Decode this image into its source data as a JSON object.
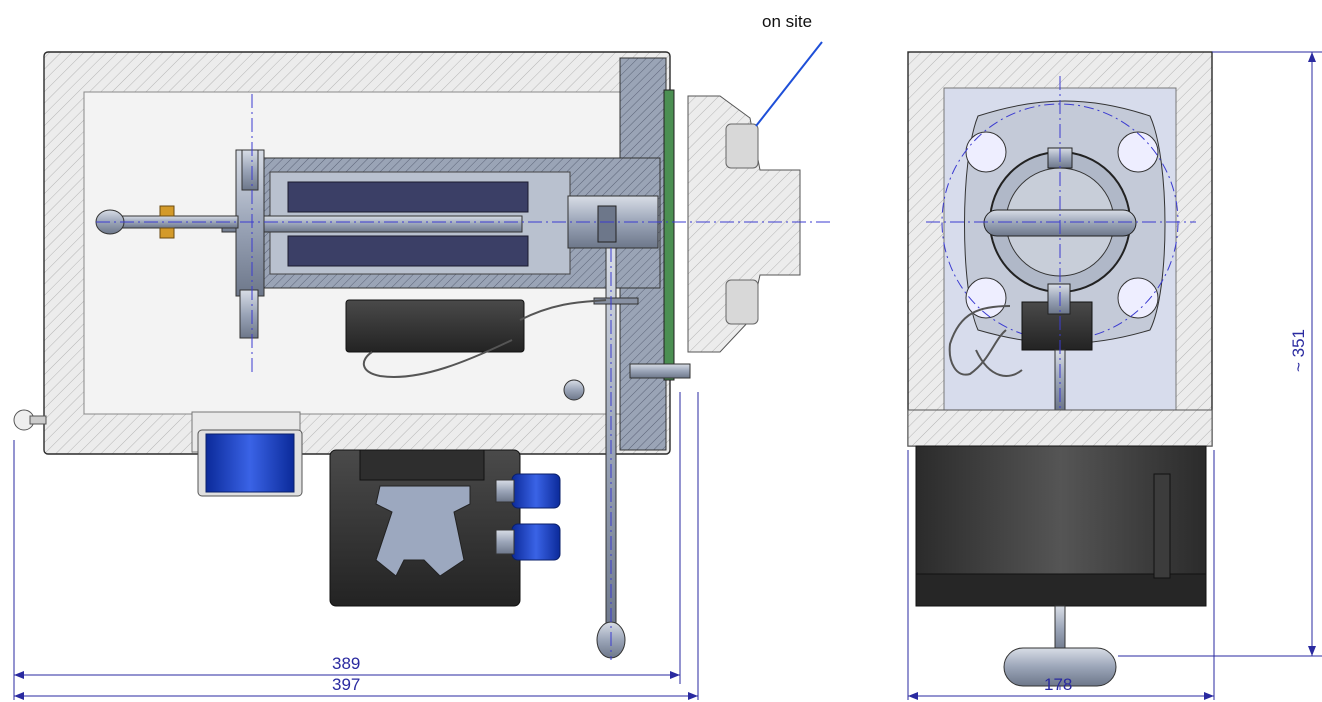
{
  "callout": {
    "text": "on site"
  },
  "dimensions": {
    "front_inner_width": "389",
    "front_overall_width": "397",
    "side_width": "178",
    "side_height": "~ 351"
  },
  "colors": {
    "dimension": "#2a2aa0",
    "hatch_fill": "#e8e8e8",
    "housing_fill": "#f2f2f2",
    "steel": "#a9b3c4",
    "dark_component": "#3a3a3a",
    "cable_gland": "#1f3fb8",
    "leader": "#1e4fd8"
  }
}
